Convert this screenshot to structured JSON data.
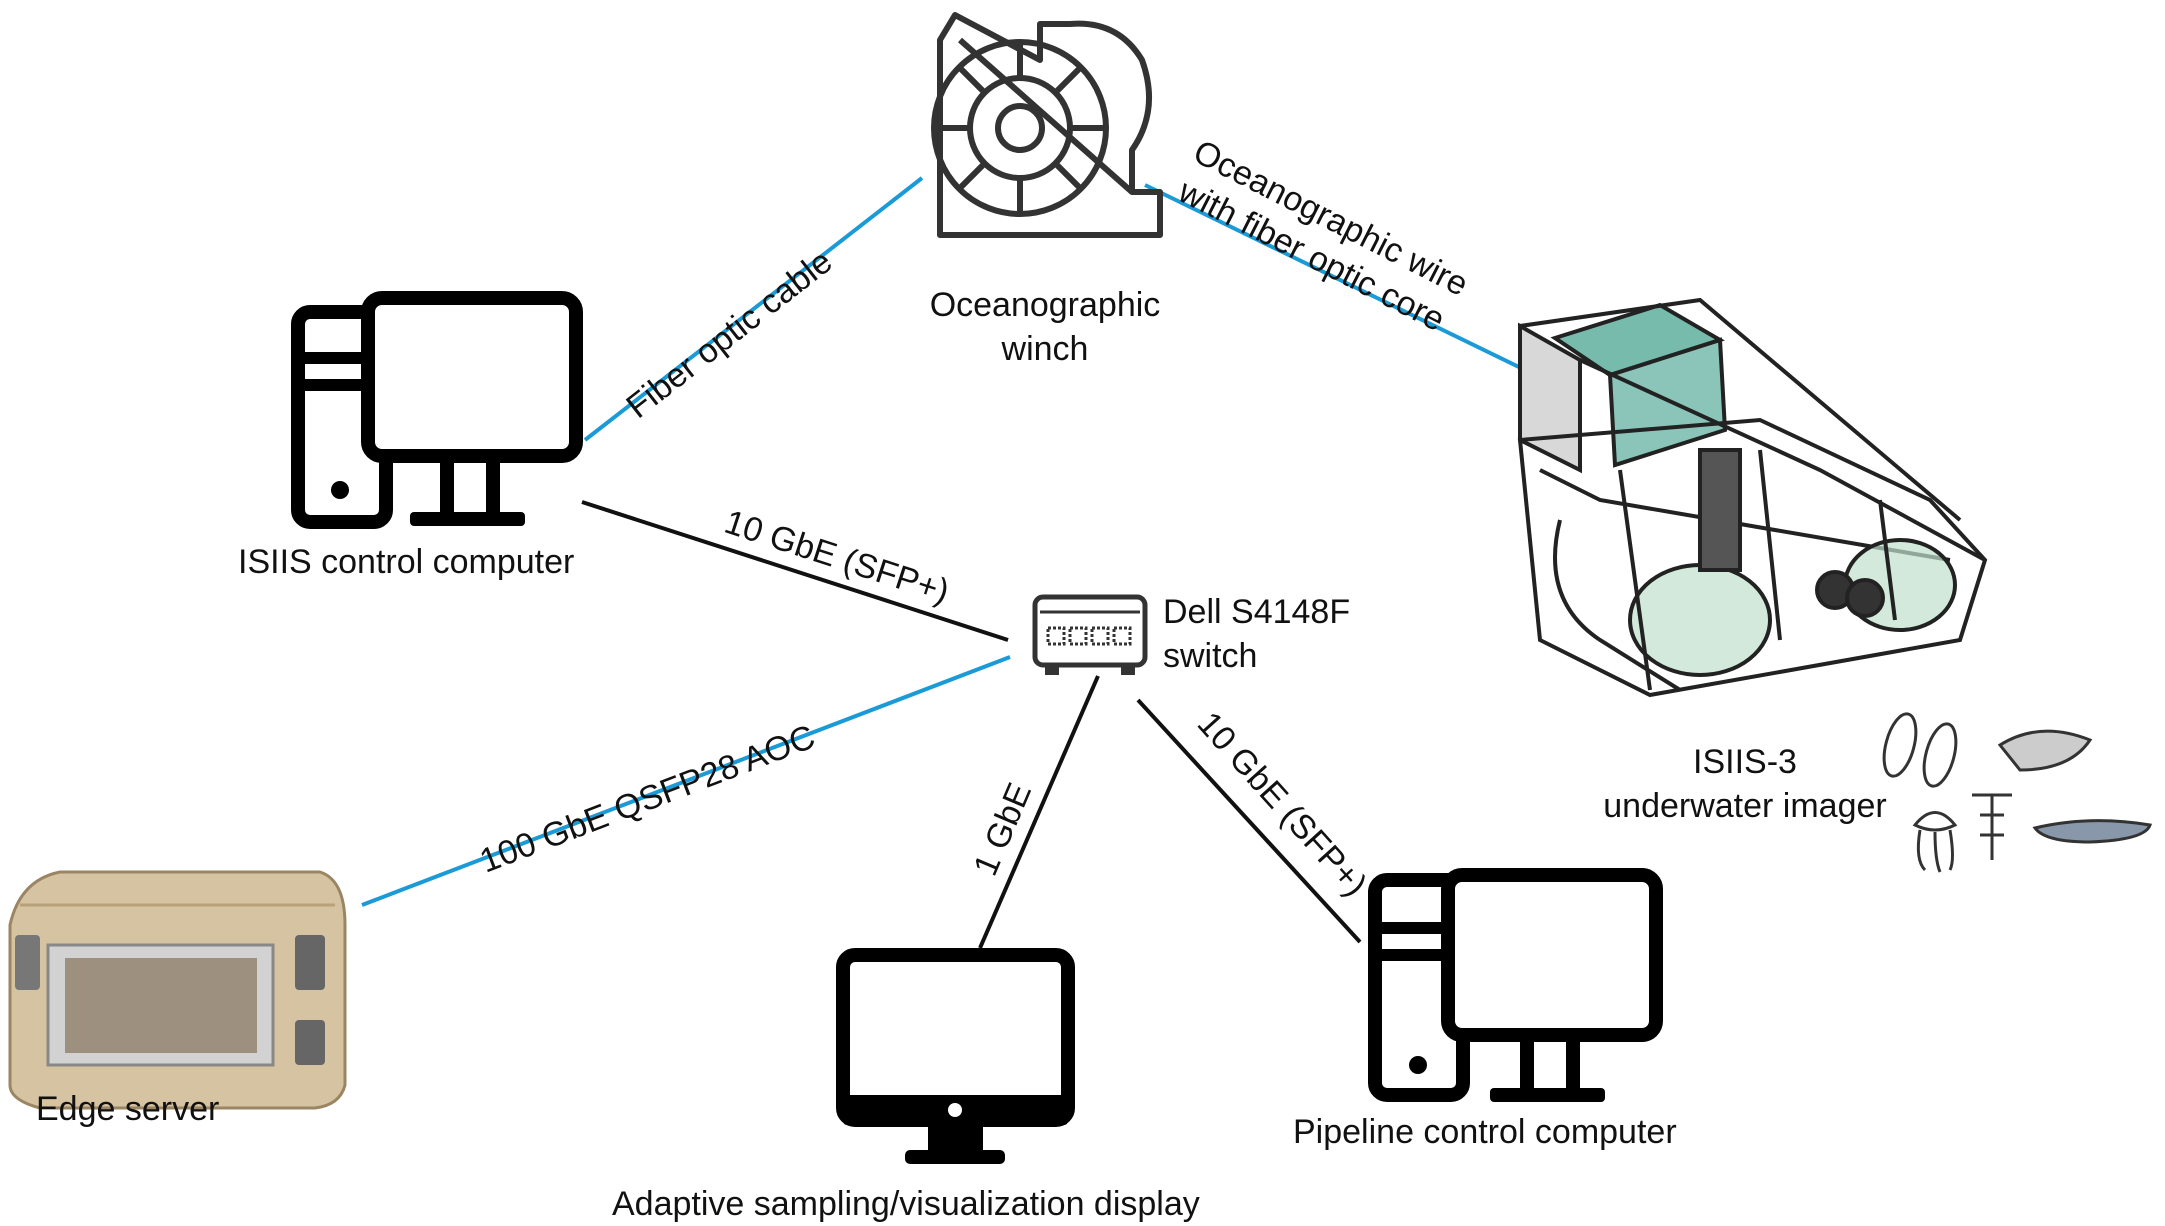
{
  "nodes": {
    "winch": {
      "line1": "Oceanographic",
      "line2": "winch"
    },
    "isiis_computer": {
      "label": "ISIIS control computer"
    },
    "switch": {
      "line1": "Dell S4148F",
      "line2": "switch"
    },
    "imager": {
      "line1": "ISIIS-3",
      "line2": "underwater imager"
    },
    "edge_server": {
      "label": "Edge server"
    },
    "display": {
      "label": "Adaptive sampling/visualization display"
    },
    "pipeline_computer": {
      "label": "Pipeline control computer"
    }
  },
  "links": {
    "fiber": {
      "label": "Fiber optic cable",
      "color": "#1a9ad6"
    },
    "wire": {
      "line1": "Oceanographic wire",
      "line2": "with fiber optic core",
      "color": "#1a9ad6"
    },
    "isiis_switch": {
      "label": "10 GbE (SFP+)",
      "color": "#111111"
    },
    "edge_switch": {
      "label": "100 GbE QSFP28 AOC",
      "color": "#1a9ad6"
    },
    "display_switch": {
      "label": "1 GbE",
      "color": "#111111"
    },
    "pipeline_switch": {
      "label": "10 GbE (SFP+)",
      "color": "#111111"
    }
  }
}
